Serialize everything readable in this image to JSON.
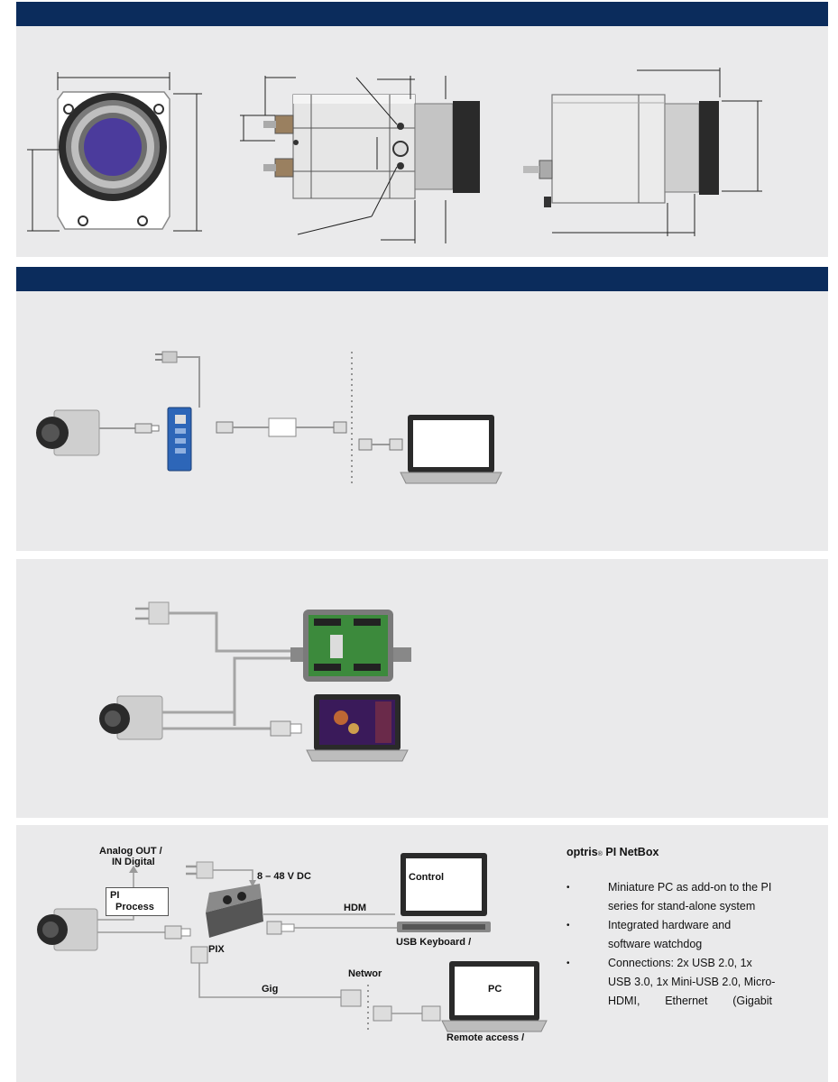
{
  "diagram4": {
    "labels": {
      "analog_out": "Analog OUT /",
      "in_digital": "IN  Digital",
      "pi_process_line1": "PI",
      "pi_process_line2": "Process",
      "voltage": "8 – 48 V DC",
      "hdm": "HDM",
      "control": "Control",
      "usb_keyboard": "USB  Keyboard /",
      "pix": "PIX",
      "networ": "Networ",
      "gig": "Gig",
      "pc": "PC",
      "remote_access": "Remote  access /"
    }
  },
  "netbox": {
    "brand": "optris",
    "reg": "®",
    "product": " PI NetBox",
    "bullets": [
      {
        "lines": [
          "Miniature PC as add-on to the PI",
          "series for stand-alone system"
        ]
      },
      {
        "lines": [
          "Integrated hardware and",
          "software watchdog"
        ]
      },
      {
        "lines": [
          "Connections: 2x USB 2.0, 1x",
          "USB 3.0, 1x Mini-USB 2.0, Micro-",
          "HDMI,        Ethernet        (Gigabit"
        ]
      }
    ]
  },
  "colors": {
    "header_bar": "#0b2c5c",
    "panel_bg": "#eaeaeb",
    "lens_purple": "#4b3b9c",
    "interface_blue": "#2d66b8",
    "cable_gray": "#9a9a9a"
  }
}
